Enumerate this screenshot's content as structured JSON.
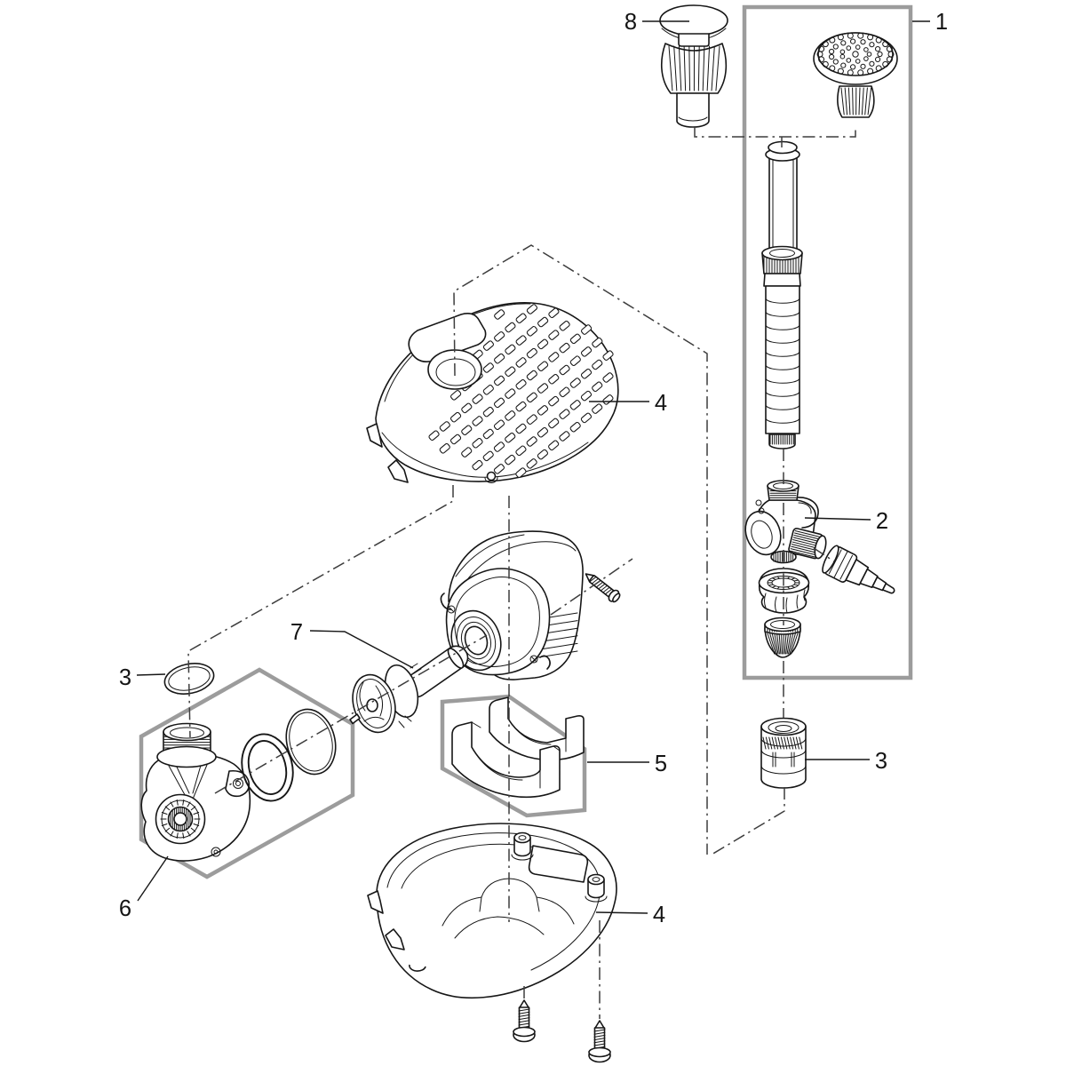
{
  "diagram": {
    "kind": "exploded-parts-diagram",
    "subject": "pond-fountain-pump"
  },
  "colors": {
    "background": "#ffffff",
    "line": "#161616",
    "group-box": "#9c9c9c",
    "axis": "#3d3d3d",
    "label": "#141414"
  },
  "callouts": [
    {
      "label": "8",
      "target": "fountain-nozzle"
    },
    {
      "label": "1",
      "target": "riser-assembly-group"
    },
    {
      "label": "4",
      "target": "pump-casing-top"
    },
    {
      "label": "2",
      "target": "diverter-tee"
    },
    {
      "label": "7",
      "target": "rotor-impeller"
    },
    {
      "label": "3",
      "target": "seal-ring"
    },
    {
      "label": "5",
      "target": "motor-clamps"
    },
    {
      "label": "3",
      "target": "hose-adapter"
    },
    {
      "label": "6",
      "target": "pump-housing-group"
    },
    {
      "label": "4",
      "target": "pump-casing-bottom"
    }
  ],
  "legend": [
    {
      "number": "1",
      "part": "riser-assembly-group"
    },
    {
      "number": "2",
      "part": "diverter-tee"
    },
    {
      "number": "3",
      "part": "seal-ring-and-adapter"
    },
    {
      "number": "4",
      "part": "casing-shells"
    },
    {
      "number": "5",
      "part": "motor-clamps"
    },
    {
      "number": "6",
      "part": "pump-housing-group"
    },
    {
      "number": "7",
      "part": "rotor-impeller"
    },
    {
      "number": "8",
      "part": "fountain-nozzle"
    }
  ]
}
